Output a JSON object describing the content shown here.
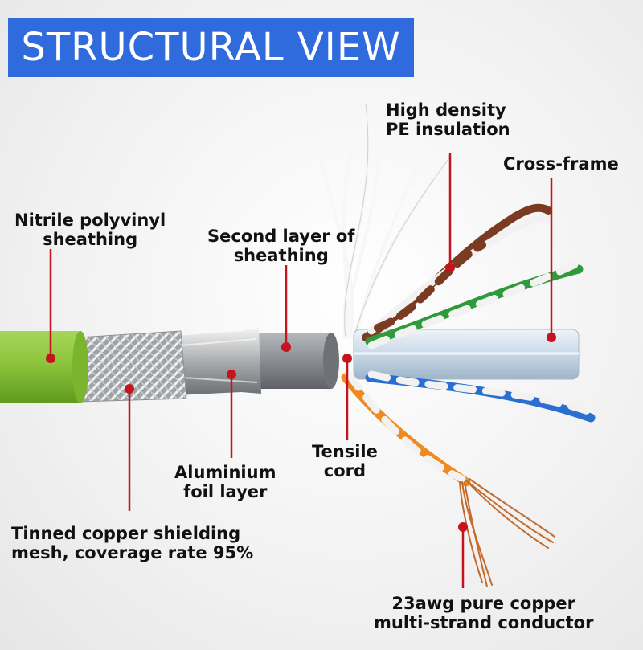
{
  "title": "STRUCTURAL VIEW",
  "colors": {
    "banner": "#2f6bdc",
    "jacket": "#8cc43c",
    "leader": "#c4141d",
    "inner_sheath": "#8a8d92",
    "cross_frame": "#c9d8e8",
    "pair_brown": "#7a3b22",
    "pair_green": "#2f9a3c",
    "pair_blue": "#2a6fd0",
    "pair_orange": "#ee8a1f",
    "copper": "#c46a2a"
  },
  "labels": {
    "pe_insulation": [
      "High density",
      "PE insulation"
    ],
    "cross_frame": [
      "Cross-frame"
    ],
    "nitrile": [
      "Nitrile polyvinyl",
      "sheathing"
    ],
    "second_sheath": [
      "Second layer of",
      "sheathing"
    ],
    "tensile": [
      "Tensile",
      "cord"
    ],
    "aluminium": [
      "Aluminium",
      "foil layer"
    ],
    "tinned_copper": [
      "Tinned copper shielding",
      "mesh, coverage rate 95%"
    ],
    "conductor": [
      "23awg pure copper",
      "multi-strand conductor"
    ]
  }
}
